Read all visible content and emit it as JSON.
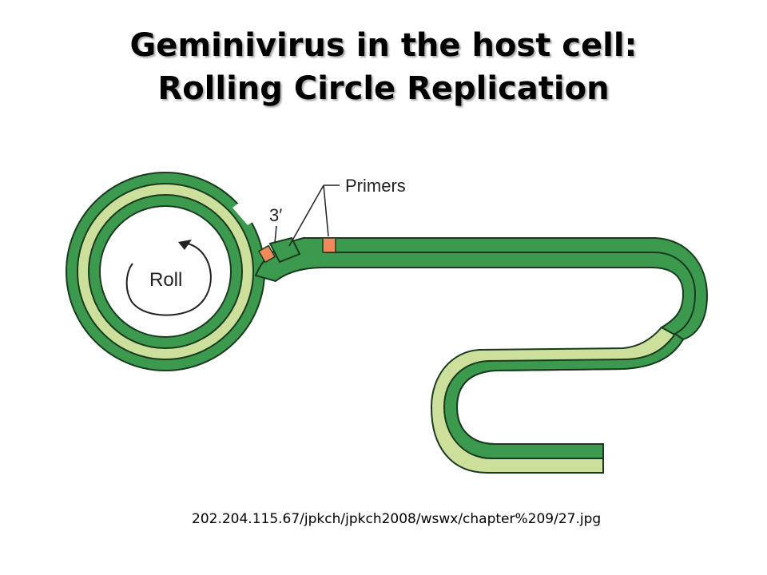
{
  "title": {
    "line1": "Geminivirus in the host cell:",
    "line2": "Rolling Circle Replication"
  },
  "labels": {
    "primers": "Primers",
    "three_prime": "3′",
    "roll": "Roll"
  },
  "caption": "202.204.115.67/jpkch/jpkch2008/wswx/chapter%209/27.jpg",
  "colors": {
    "dark_strand": "#3c9a4e",
    "light_strand": "#ccdf9b",
    "outline": "#1a3a1f",
    "primer": "#f08a5c"
  }
}
